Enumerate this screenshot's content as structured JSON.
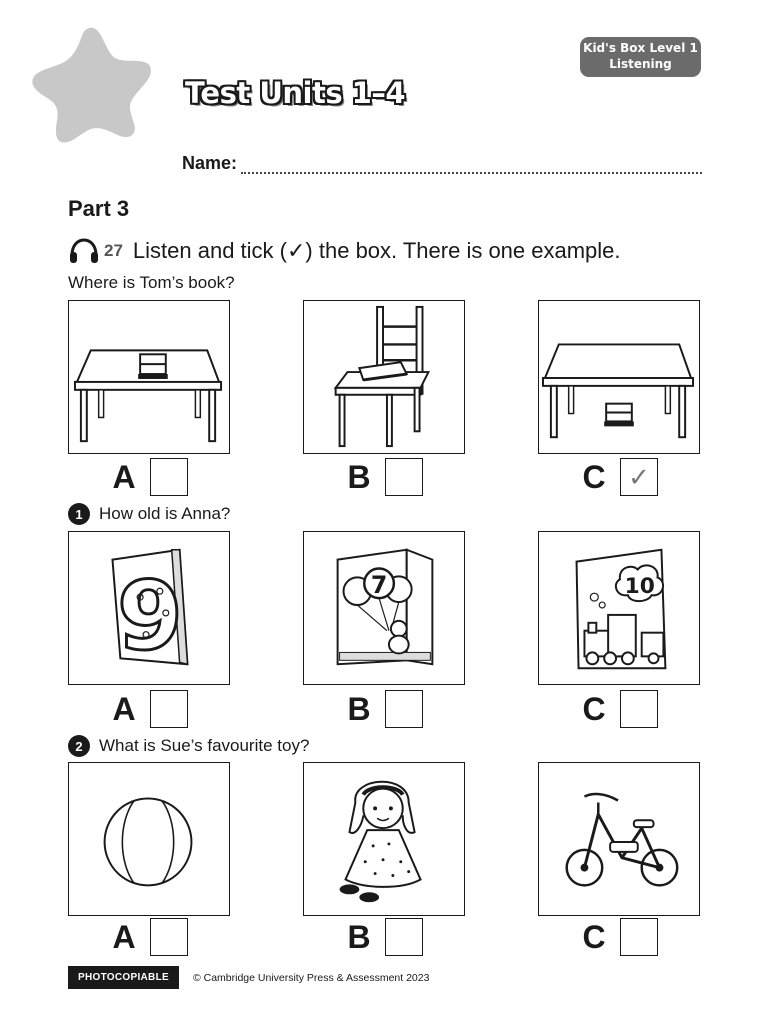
{
  "badge": {
    "line1": "Kid's Box Level 1",
    "line2": "Listening"
  },
  "title": "Test Units 1–4",
  "name_label": "Name:",
  "part": "Part 3",
  "instruction": {
    "track": "27",
    "text": "Listen and tick (✓) the box. There is one example."
  },
  "questions": [
    {
      "number": "",
      "text": "Where is Tom’s book?",
      "options": [
        {
          "letter": "A",
          "mark": ""
        },
        {
          "letter": "B",
          "mark": ""
        },
        {
          "letter": "C",
          "mark": "✓"
        }
      ]
    },
    {
      "number": "1",
      "text": "How old is Anna?",
      "options": [
        {
          "letter": "A",
          "mark": ""
        },
        {
          "letter": "B",
          "mark": ""
        },
        {
          "letter": "C",
          "mark": ""
        }
      ],
      "card_numbers": [
        "9",
        "7",
        "10"
      ]
    },
    {
      "number": "2",
      "text": "What is Sue’s favourite toy?",
      "options": [
        {
          "letter": "A",
          "mark": ""
        },
        {
          "letter": "B",
          "mark": ""
        },
        {
          "letter": "C",
          "mark": ""
        }
      ]
    }
  ],
  "footer": {
    "photocopiable": "PHOTOCOPIABLE",
    "copyright": "© Cambridge University Press & Assessment 2023"
  },
  "colors": {
    "badge": "#6b6b6b",
    "star": "#c8c8c8",
    "ink": "#1a1a1a"
  }
}
